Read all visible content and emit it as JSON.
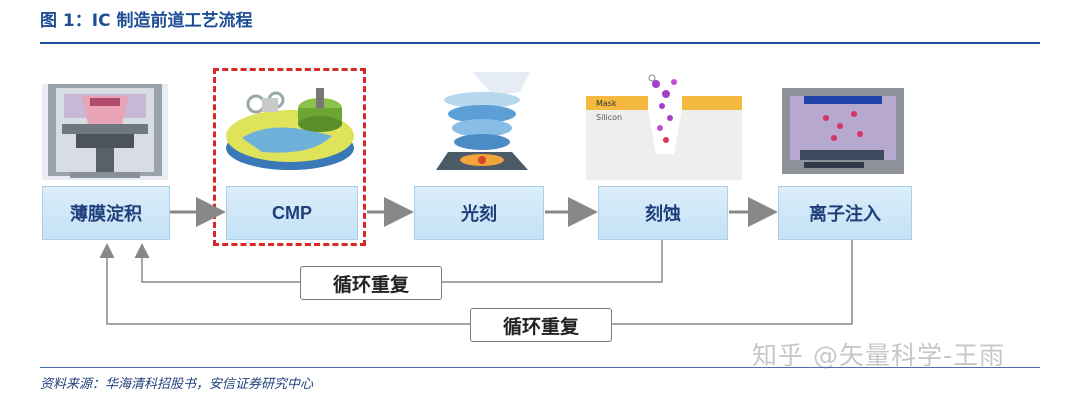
{
  "header": {
    "title": "图 1：IC 制造前道工艺流程"
  },
  "steps": [
    {
      "label": "薄膜淀积"
    },
    {
      "label": "CMP"
    },
    {
      "label": "光刻"
    },
    {
      "label": "刻蚀"
    },
    {
      "label": "离子注入"
    }
  ],
  "etch_image": {
    "mask_text": "Mask",
    "silicon_text": "Silicon"
  },
  "loops": [
    {
      "label": "循环重复"
    },
    {
      "label": "循环重复"
    }
  ],
  "footer": {
    "source": "资料来源：华海清科招股书，安信证券研究中心"
  },
  "watermark": "知乎 @矢量科学-王雨",
  "colors": {
    "title": "#1f4e96",
    "step_fill": "#c4e1f5",
    "highlight": "#d62828",
    "arrow": "#888888"
  }
}
